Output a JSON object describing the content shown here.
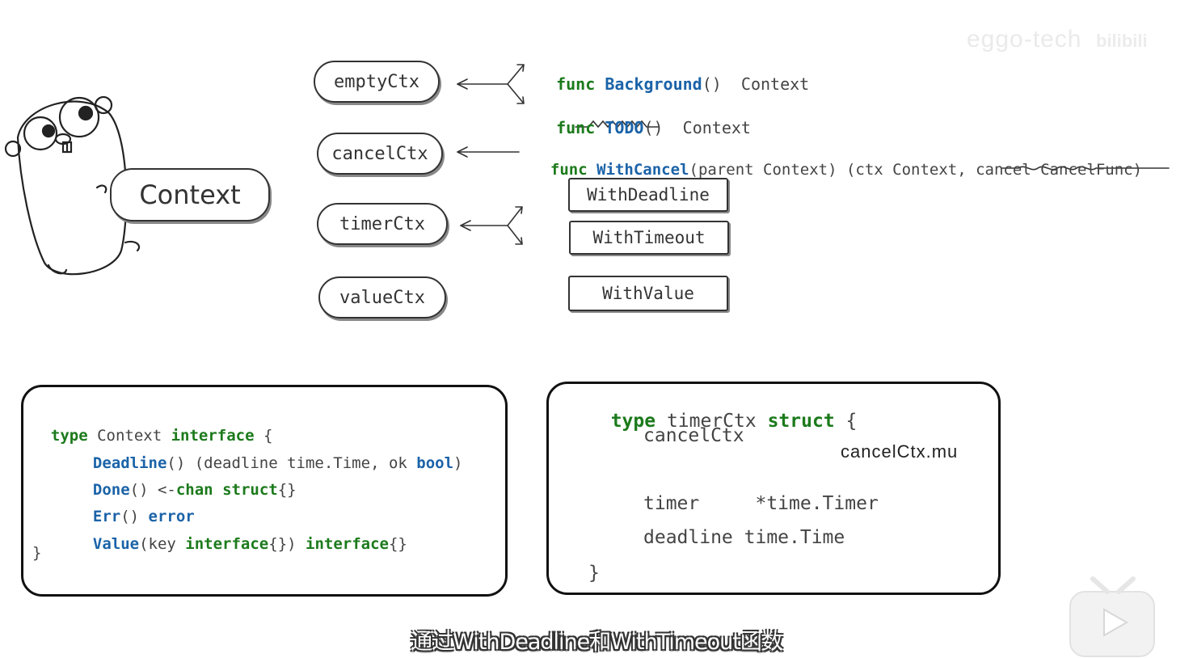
{
  "watermark": {
    "author": "eggo-tech",
    "site": "bilibili"
  },
  "gopher_label": "Context",
  "ctx_types": [
    "emptyCtx",
    "cancelCtx",
    "timerCtx",
    "valueCtx"
  ],
  "funcs": {
    "background": {
      "kw": "func",
      "name": "Background",
      "sig": "() ",
      "ret": "Context"
    },
    "todo": {
      "kw": "func",
      "name": "TODO",
      "sig": "() ",
      "ret": "Context"
    },
    "withcancel": {
      "kw": "func",
      "name": "WithCancel",
      "params": "(parent Context) (ctx Context, ",
      "cancel": "cancel CancelFunc)"
    }
  },
  "func_boxes": [
    "WithDeadline",
    "WithTimeout",
    "WithValue"
  ],
  "interface_code": {
    "l1_type": "type",
    "l1_name": " Context ",
    "l1_iface": "interface",
    "l1_brace": " {",
    "deadline": "Deadline",
    "deadline_args": "() (deadline time.Time, ok ",
    "deadline_bool": "bool",
    "deadline_end": ")",
    "done": "Done",
    "done_args": "() <-",
    "done_chan": "chan",
    "done_struct": " struct",
    "done_end": "{}",
    "err": "Err",
    "err_args": "() ",
    "err_ret": "error",
    "value": "Value",
    "value_args": "(key ",
    "value_iface1": "interface",
    "value_mid": "{}) ",
    "value_iface2": "interface",
    "value_end": "{}",
    "close": "}"
  },
  "timer_code": {
    "l1_type": "type",
    "l1_name": " timerCtx ",
    "l1_struct": "struct",
    "l1_brace": " {",
    "embed": "cancelCtx",
    "note": "cancelCtx.mu",
    "timer_field": "timer     *time.Timer",
    "deadline_field": "deadline time.Time",
    "close": "}"
  },
  "subtitle": "通过WithDeadline和WithTimeout函数"
}
